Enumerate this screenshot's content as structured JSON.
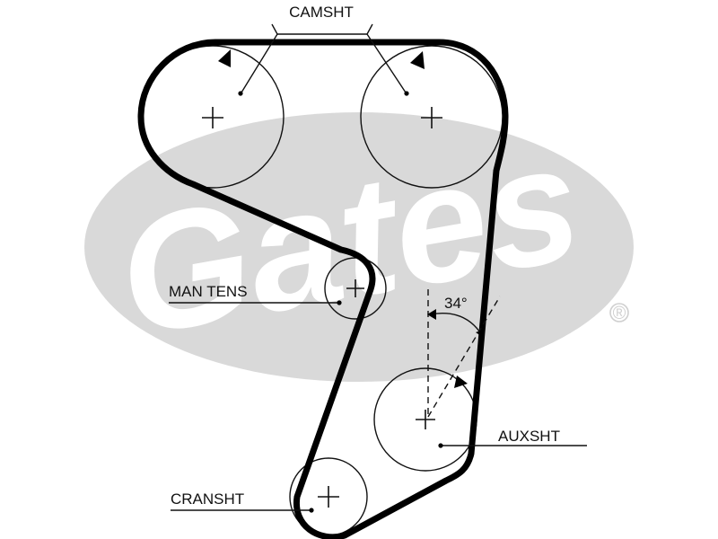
{
  "watermark": {
    "brand": "Gates",
    "registered_mark": "®",
    "color": "#d9d9d9"
  },
  "labels": {
    "camshaft": "CAMSHT",
    "manual_tensioner": "MAN TENS",
    "auxiliary_shaft": "AUXSHT",
    "crankshaft": "CRANSHT"
  },
  "angle": {
    "value": 34,
    "text": "34°"
  },
  "colors": {
    "belt": "#000000",
    "line": "#111111"
  }
}
